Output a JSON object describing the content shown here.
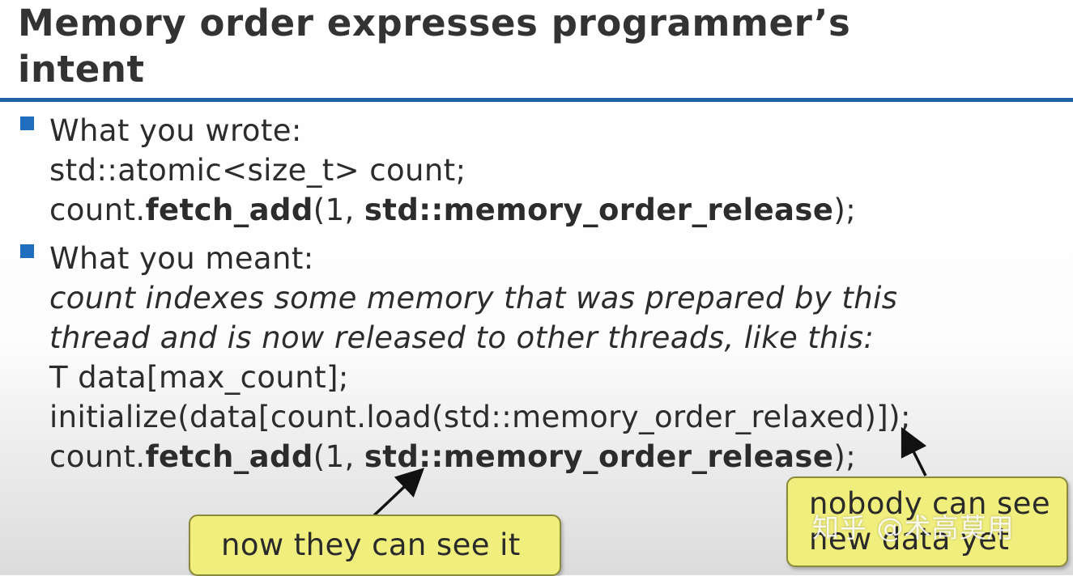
{
  "slide": {
    "title_line1": "Memory order expresses programmer’s",
    "title_line2": "intent"
  },
  "bullet1": {
    "heading": "What you wrote:",
    "decl": "std::atomic<size_t> count;",
    "call_prefix": "count.",
    "call_fn": "fetch_add",
    "call_mid": "(1, ",
    "call_order": "std::memory_order_release",
    "call_suffix": ");"
  },
  "bullet2": {
    "heading": "What you meant:",
    "explain_line1": "count indexes some memory that was prepared by this",
    "explain_line2": "thread and is now released to other threads, like this:",
    "code_line1": "T data[max_count];",
    "code_line2": "initialize(data[count.load(std::memory_order_relaxed)]);",
    "call_prefix": "count.",
    "call_fn": "fetch_add",
    "call_mid": "(1, ",
    "call_order": "std::memory_order_release",
    "call_suffix": ");"
  },
  "callouts": {
    "left_text": "now they can see it",
    "right_line1": "nobody can see",
    "right_line2": "new data yet"
  },
  "watermark": {
    "text": "知乎 @术高莫用"
  },
  "colors": {
    "title_rule": "#1f63a8",
    "bullet_square": "#1f6fbe",
    "callout_fill": "#f0ee7d",
    "arrow": "#111111"
  }
}
